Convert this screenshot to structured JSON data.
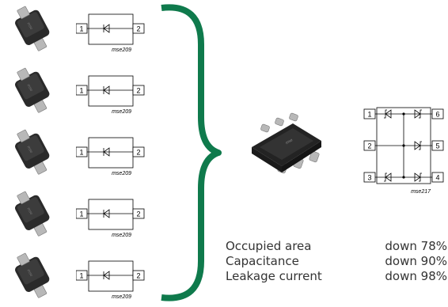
{
  "single_diode": {
    "pin_left": "1",
    "pin_right": "2",
    "caption": "mse209"
  },
  "package_count": 5,
  "combined": {
    "pins": [
      "1",
      "2",
      "3",
      "4",
      "5",
      "6"
    ],
    "caption": "mse217"
  },
  "comparison": [
    {
      "label": "Occupied area",
      "value": "down 78%"
    },
    {
      "label": "Capacitance",
      "value": "down 90%"
    },
    {
      "label": "Leakage current",
      "value": "down 98%"
    }
  ],
  "colors": {
    "brace": "#0f7a4c",
    "package_body": "#2a2a2a",
    "lead": "#b8b8b8",
    "line": "#000000"
  },
  "icons": {
    "single_package": "sod-package-image",
    "combined_package": "six-pin-package-image",
    "diode_symbol": "diode-symbol"
  }
}
